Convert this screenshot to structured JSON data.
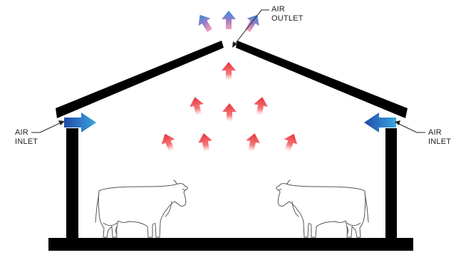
{
  "labels": {
    "outlet": {
      "line1": "AIR",
      "line2": "OUTLET"
    },
    "inlet_left": {
      "line1": "AIR",
      "line2": "INLET"
    },
    "inlet_right": {
      "line1": "AIR",
      "line2": "INLET"
    }
  },
  "colors": {
    "structure": "#000000",
    "warm_arrow": "#e8323a",
    "inlet_dark": "#1f4aa8",
    "inlet_light": "#3aa5e0",
    "outlet_blue": "#2f8fd8",
    "cow_line": "#555555"
  },
  "icons": {
    "inlet_arrow": "blue-right-arrow",
    "warm_air": "red-up-arrow",
    "exhaust": "gradient-up-arrow",
    "animal": "cow-outline"
  }
}
